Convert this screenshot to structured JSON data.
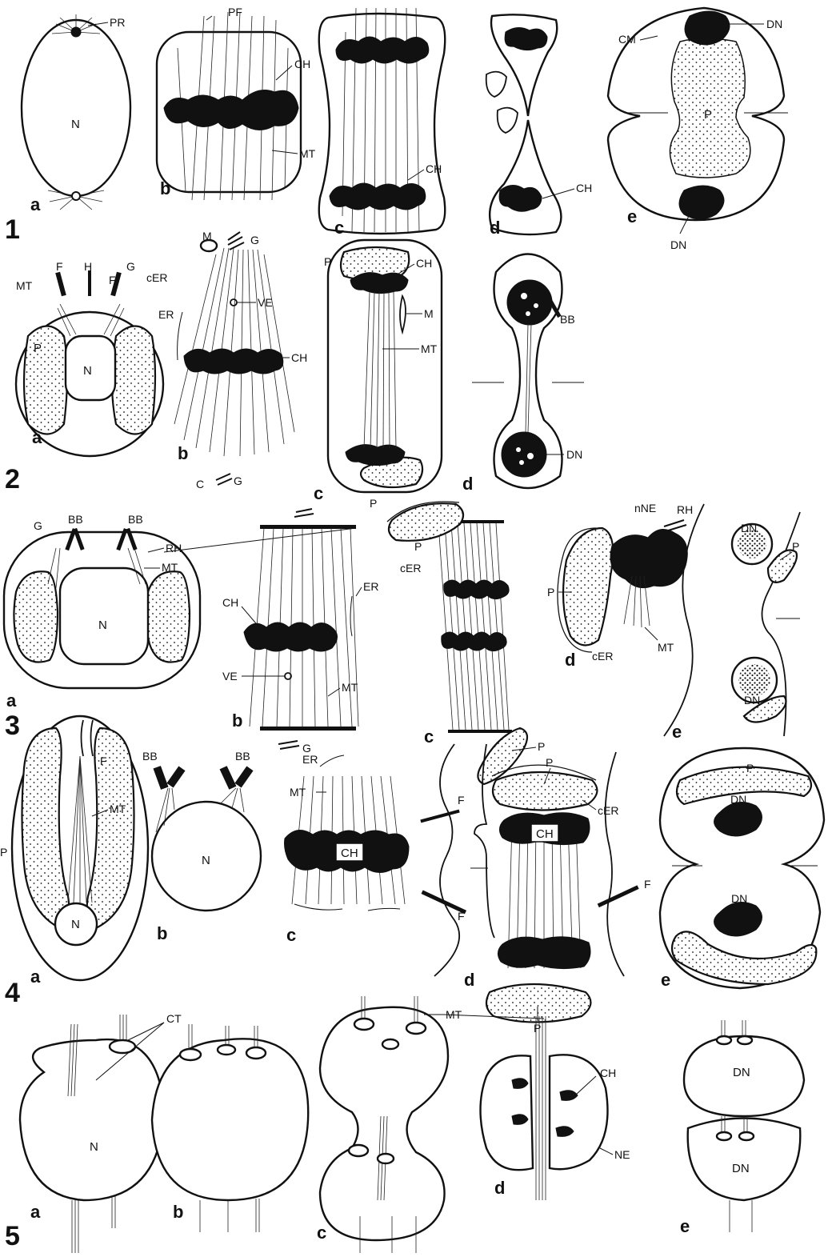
{
  "rows": [
    {
      "number": "1",
      "panels": [
        {
          "letter": "a",
          "labels": [
            "PR",
            "N"
          ]
        },
        {
          "letter": "b",
          "labels": [
            "PF",
            "CH",
            "MT"
          ]
        },
        {
          "letter": "c",
          "labels": [
            "CH"
          ]
        },
        {
          "letter": "d",
          "labels": [
            "CH"
          ]
        },
        {
          "letter": "e",
          "labels": [
            "DN",
            "CM",
            "P",
            "DN"
          ]
        }
      ]
    },
    {
      "number": "2",
      "panels": [
        {
          "letter": "a",
          "labels": [
            "MT",
            "F",
            "H",
            "F",
            "G",
            "cER",
            "P",
            "N"
          ]
        },
        {
          "letter": "b",
          "labels": [
            "M",
            "G",
            "ER",
            "VE",
            "CH",
            "C",
            "G"
          ]
        },
        {
          "letter": "c",
          "labels": [
            "P",
            "CH",
            "M",
            "MT",
            "P"
          ]
        },
        {
          "letter": "d",
          "labels": [
            "BB",
            "DN"
          ]
        }
      ]
    },
    {
      "number": "3",
      "panels": [
        {
          "letter": "a",
          "labels": [
            "G",
            "BB",
            "BB",
            "RH",
            "MT",
            "N"
          ]
        },
        {
          "letter": "b",
          "labels": [
            "ER",
            "CH",
            "VE",
            "MT",
            "G"
          ]
        },
        {
          "letter": "c",
          "labels": [
            "P",
            "cER",
            "P"
          ]
        },
        {
          "letter": "d",
          "labels": [
            "nNE",
            "RH",
            "P",
            "MT",
            "cER"
          ]
        },
        {
          "letter": "e",
          "labels": [
            "DN",
            "P",
            "DN"
          ]
        }
      ]
    },
    {
      "number": "4",
      "panels": [
        {
          "letter": "a",
          "labels": [
            "F",
            "MT",
            "P",
            "N"
          ]
        },
        {
          "letter": "b",
          "labels": [
            "BB",
            "BB",
            "N"
          ]
        },
        {
          "letter": "c",
          "labels": [
            "ER",
            "MT",
            "CH"
          ]
        },
        {
          "letter": "d",
          "labels": [
            "F",
            "F",
            "P",
            "cER",
            "CH",
            "F",
            "P"
          ]
        },
        {
          "letter": "e",
          "labels": [
            "P",
            "DN",
            "DN"
          ]
        }
      ]
    },
    {
      "number": "5",
      "panels": [
        {
          "letter": "a",
          "labels": [
            "CT",
            "N"
          ]
        },
        {
          "letter": "b",
          "labels": []
        },
        {
          "letter": "c",
          "labels": [
            "MT"
          ]
        },
        {
          "letter": "d",
          "labels": [
            "CH",
            "NE"
          ]
        },
        {
          "letter": "e",
          "labels": [
            "DN",
            "DN"
          ]
        }
      ]
    }
  ]
}
